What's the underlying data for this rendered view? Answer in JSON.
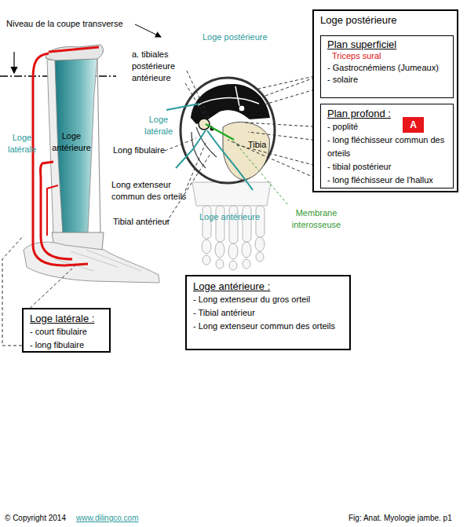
{
  "diagram": {
    "nodes": [
      {
        "text": [
          "Loge postérieure"
        ]
      },
      {
        "text": [
          "Plan superficiel",
          "Triceps sural",
          "- Gastrocnémiens (Jumeaux)",
          "- solaire"
        ],
        "in": 0
      },
      {
        "text": [
          "Plan profond :",
          "- poplité",
          "- long fléchisseur commun des orteils",
          "- tibial postérieur",
          "- long fléchisseur de l'hallux"
        ],
        "in": 0
      },
      {
        "text": [
          "A"
        ],
        "in": 2
      },
      {
        "text": [
          "Loge antérieure :",
          "- Long extenseur du gros orteil",
          "- Tibial antérieur",
          "- Long extenseur commun des orteils"
        ]
      },
      {
        "text": [
          "Loge latérale :",
          "- court fibulaire",
          "- long fibulaire"
        ]
      }
    ],
    "labels": [
      "Niveau de la coupe transverse",
      "Loge postérieure",
      "a. tibiales postérieure antérieure",
      "Loge latérale",
      "Loge latérale",
      "Loge antérieure",
      "Long fibulaire",
      "Long extenseur commun des orteils",
      "Tibial antérieur",
      "Tibia",
      "Loge antérieure",
      "Membrane interosseuse",
      "© Copyright 2014",
      "www.dilingco.com",
      "Fig: Anat. Myologie jambe. p1"
    ]
  }
}
